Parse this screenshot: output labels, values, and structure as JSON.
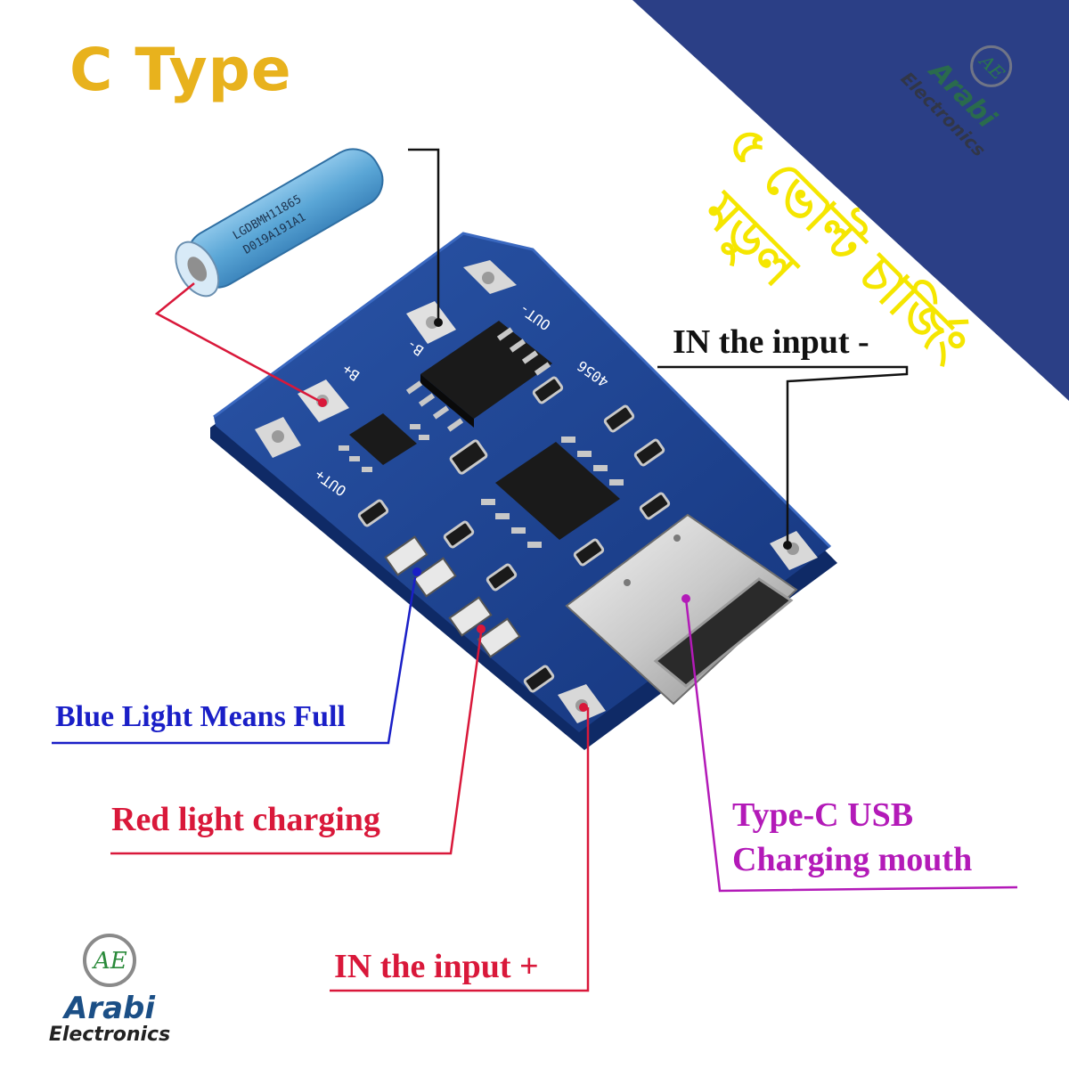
{
  "title": "C Type",
  "banner": {
    "line1": "৫ ভোল্ট চার্জিং",
    "line2": "মডুল",
    "color": "#2b3f86",
    "text_color": "#f5e600"
  },
  "watermark": {
    "monogram": "AE",
    "name": "Arabi",
    "sub": "Electronics"
  },
  "battery": {
    "line1": "LGDBMH11865",
    "line2": "D019A191A1"
  },
  "board_silkscreen": {
    "b_minus": "B-",
    "b_plus": "B+",
    "out_minus": "OUT-",
    "out_plus": "OUT+",
    "chip": "4056"
  },
  "labels": {
    "in_minus": "IN the input -",
    "blue": "Blue Light Means Full",
    "red": "Red light charging",
    "in_plus": "IN the input +",
    "typec_line1": "Type-C USB",
    "typec_line2": "Charging mouth"
  },
  "logo": {
    "monogram": "AE",
    "name": "Arabi",
    "sub": "Electronics"
  },
  "colors": {
    "title": "#e8b21d",
    "black_line": "#111111",
    "blue_line": "#1a1fc7",
    "red_line": "#d9183a",
    "magenta_line": "#b31ab8",
    "pcb": "#1f3f8f"
  }
}
